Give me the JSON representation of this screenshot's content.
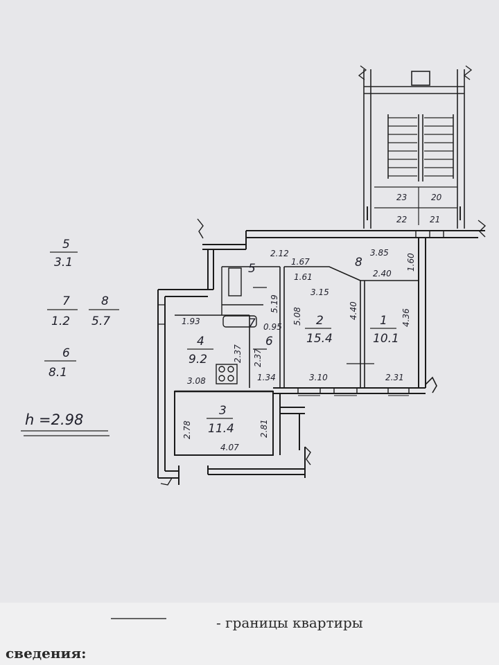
{
  "plan": {
    "rooms": [
      {
        "number": "1",
        "area": "10.1",
        "dims": [
          "2.40",
          "4.36",
          "2.31"
        ]
      },
      {
        "number": "2",
        "area": "15.4",
        "dims": [
          "3.15",
          "4.40",
          "5.08",
          "3.10",
          "1.61"
        ]
      },
      {
        "number": "3",
        "area": "11.4",
        "dims": [
          "2.78",
          "2.81",
          "4.07"
        ]
      },
      {
        "number": "4",
        "area": "9.2",
        "dims": [
          "1.93",
          "3.08",
          "2.37"
        ]
      },
      {
        "number": "5",
        "dims": [
          "5.19"
        ]
      },
      {
        "number": "6",
        "dims": [
          "2.37",
          "1.34"
        ]
      },
      {
        "number": "7",
        "dims": [
          "0.95"
        ]
      },
      {
        "number": "8",
        "dims": [
          "2.12",
          "1.67",
          "3.85",
          "1.60"
        ]
      }
    ],
    "side_list": [
      {
        "number": "5",
        "area": "3.1"
      },
      {
        "number": "7",
        "area": "1.2"
      },
      {
        "number": "8",
        "area": "5.7"
      },
      {
        "number": "6",
        "area": "8.1"
      }
    ],
    "ceiling_height": "h =2.98",
    "stair_numbers": [
      "23",
      "20",
      "22",
      "21"
    ]
  },
  "legend": {
    "text": "- границы квартиры",
    "footer": "сведения:"
  }
}
